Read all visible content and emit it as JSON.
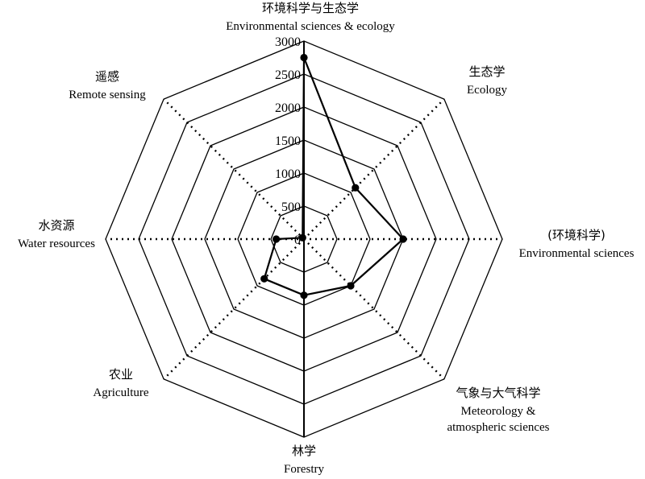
{
  "chart_data": {
    "type": "radar",
    "r_ticks": [
      0,
      500,
      1000,
      1500,
      2000,
      2500,
      3000
    ],
    "r_range": [
      0,
      3000
    ],
    "categories": [
      {
        "zh": "环境科学与生态学",
        "en": [
          "Environmental sciences & ecology"
        ]
      },
      {
        "zh": "生态学",
        "en": [
          "Ecology"
        ]
      },
      {
        "zh": "(环境科学)",
        "en": [
          "Environmental sciences"
        ]
      },
      {
        "zh": "气象与大气科学",
        "en": [
          "Meteorology &",
          "atmospheric sciences"
        ]
      },
      {
        "zh": "林学",
        "en": [
          "Forestry"
        ]
      },
      {
        "zh": "农业",
        "en": [
          "Agriculture"
        ]
      },
      {
        "zh": "水资源",
        "en": [
          "Water resources"
        ]
      },
      {
        "zh": "遥感",
        "en": [
          "Remote sensing"
        ]
      }
    ],
    "series": [
      {
        "values": [
          2750,
          1100,
          1500,
          1000,
          850,
          850,
          420,
          30
        ]
      }
    ]
  }
}
